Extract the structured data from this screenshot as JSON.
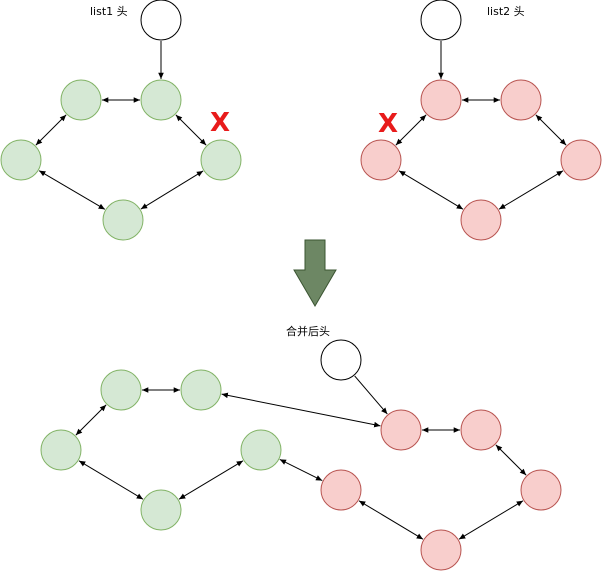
{
  "colors": {
    "green_fill": "#d5e8d4",
    "green_stroke": "#82b366",
    "red_fill": "#f8cecc",
    "red_stroke": "#b85450",
    "head_fill": "#ffffff",
    "head_stroke": "#000000",
    "arrow_fill": "#6d8764",
    "arrow_stroke": "#3a5431",
    "x_mark": "#e81b1b",
    "edge": "#000000"
  },
  "labels": {
    "list1_head": "list1 头",
    "list2_head": "list2 头",
    "merged_head": "合并后头",
    "cut_mark_1": "X",
    "cut_mark_2": "X"
  }
}
